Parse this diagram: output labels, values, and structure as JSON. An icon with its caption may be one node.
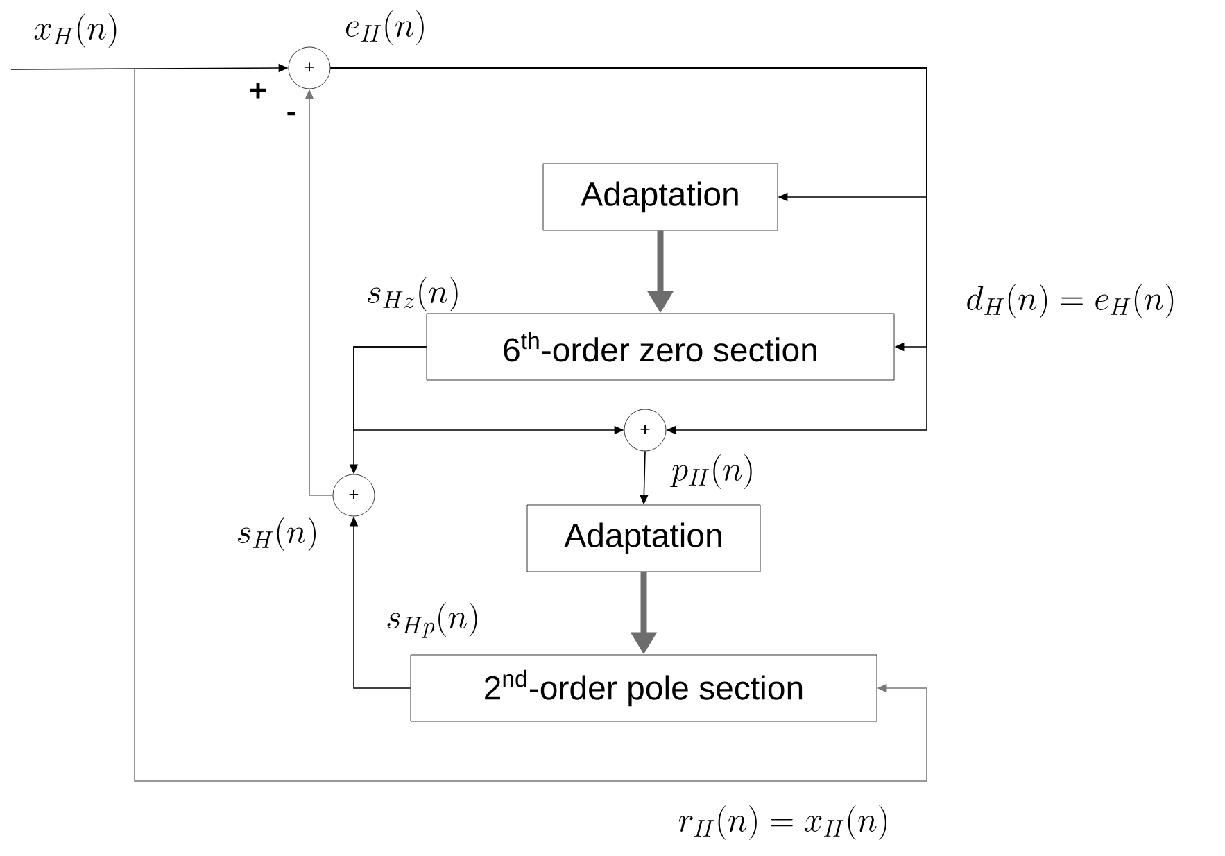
{
  "diagram": {
    "nodes": [
      {
        "text": [
          "+"
        ]
      },
      {
        "text": [
          "Adaptation"
        ]
      },
      {
        "text": [
          "6$^{th}$-order zero section"
        ]
      },
      {
        "text": [
          "+"
        ]
      },
      {
        "text": [
          "+"
        ]
      },
      {
        "text": [
          "Adaptation"
        ]
      },
      {
        "text": [
          "2$^{nd}$-order pole section"
        ]
      }
    ],
    "edges": [
      {
        "from": null,
        "to": 0,
        "arrow": "to"
      },
      {
        "from": 0,
        "to": 1,
        "arrow": "to"
      },
      {
        "from": 0,
        "to": 2,
        "arrow": "to"
      },
      {
        "from": 0,
        "to": 3,
        "arrow": "to"
      },
      {
        "from": 2,
        "to": 4,
        "arrow": "to"
      },
      {
        "from": 2,
        "to": 3,
        "arrow": "to"
      },
      {
        "from": 3,
        "to": 5,
        "arrow": "to"
      },
      {
        "from": 1,
        "to": 2,
        "arrow": "to",
        "style": "thick",
        "color": "#6d6d6d"
      },
      {
        "from": 5,
        "to": 6,
        "arrow": "to",
        "style": "thick",
        "color": "#6d6d6d"
      },
      {
        "from": 6,
        "to": 4,
        "arrow": "to"
      },
      {
        "from": 4,
        "to": 0,
        "arrow": "to",
        "color": "#777777"
      },
      {
        "from": null,
        "to": 6,
        "arrow": "to",
        "color": "#777777"
      }
    ],
    "labels": [
      "x_{H}(n)",
      "e_{H}(n)",
      "+",
      "-",
      "d_{H}(n) = e_{H}(n)",
      "s_{Hz}(n)",
      "p_{H}(n)",
      "s_{H}(n)",
      "s_{Hp}(n)",
      "r_{H}(n) = x_{H}(n)"
    ]
  }
}
